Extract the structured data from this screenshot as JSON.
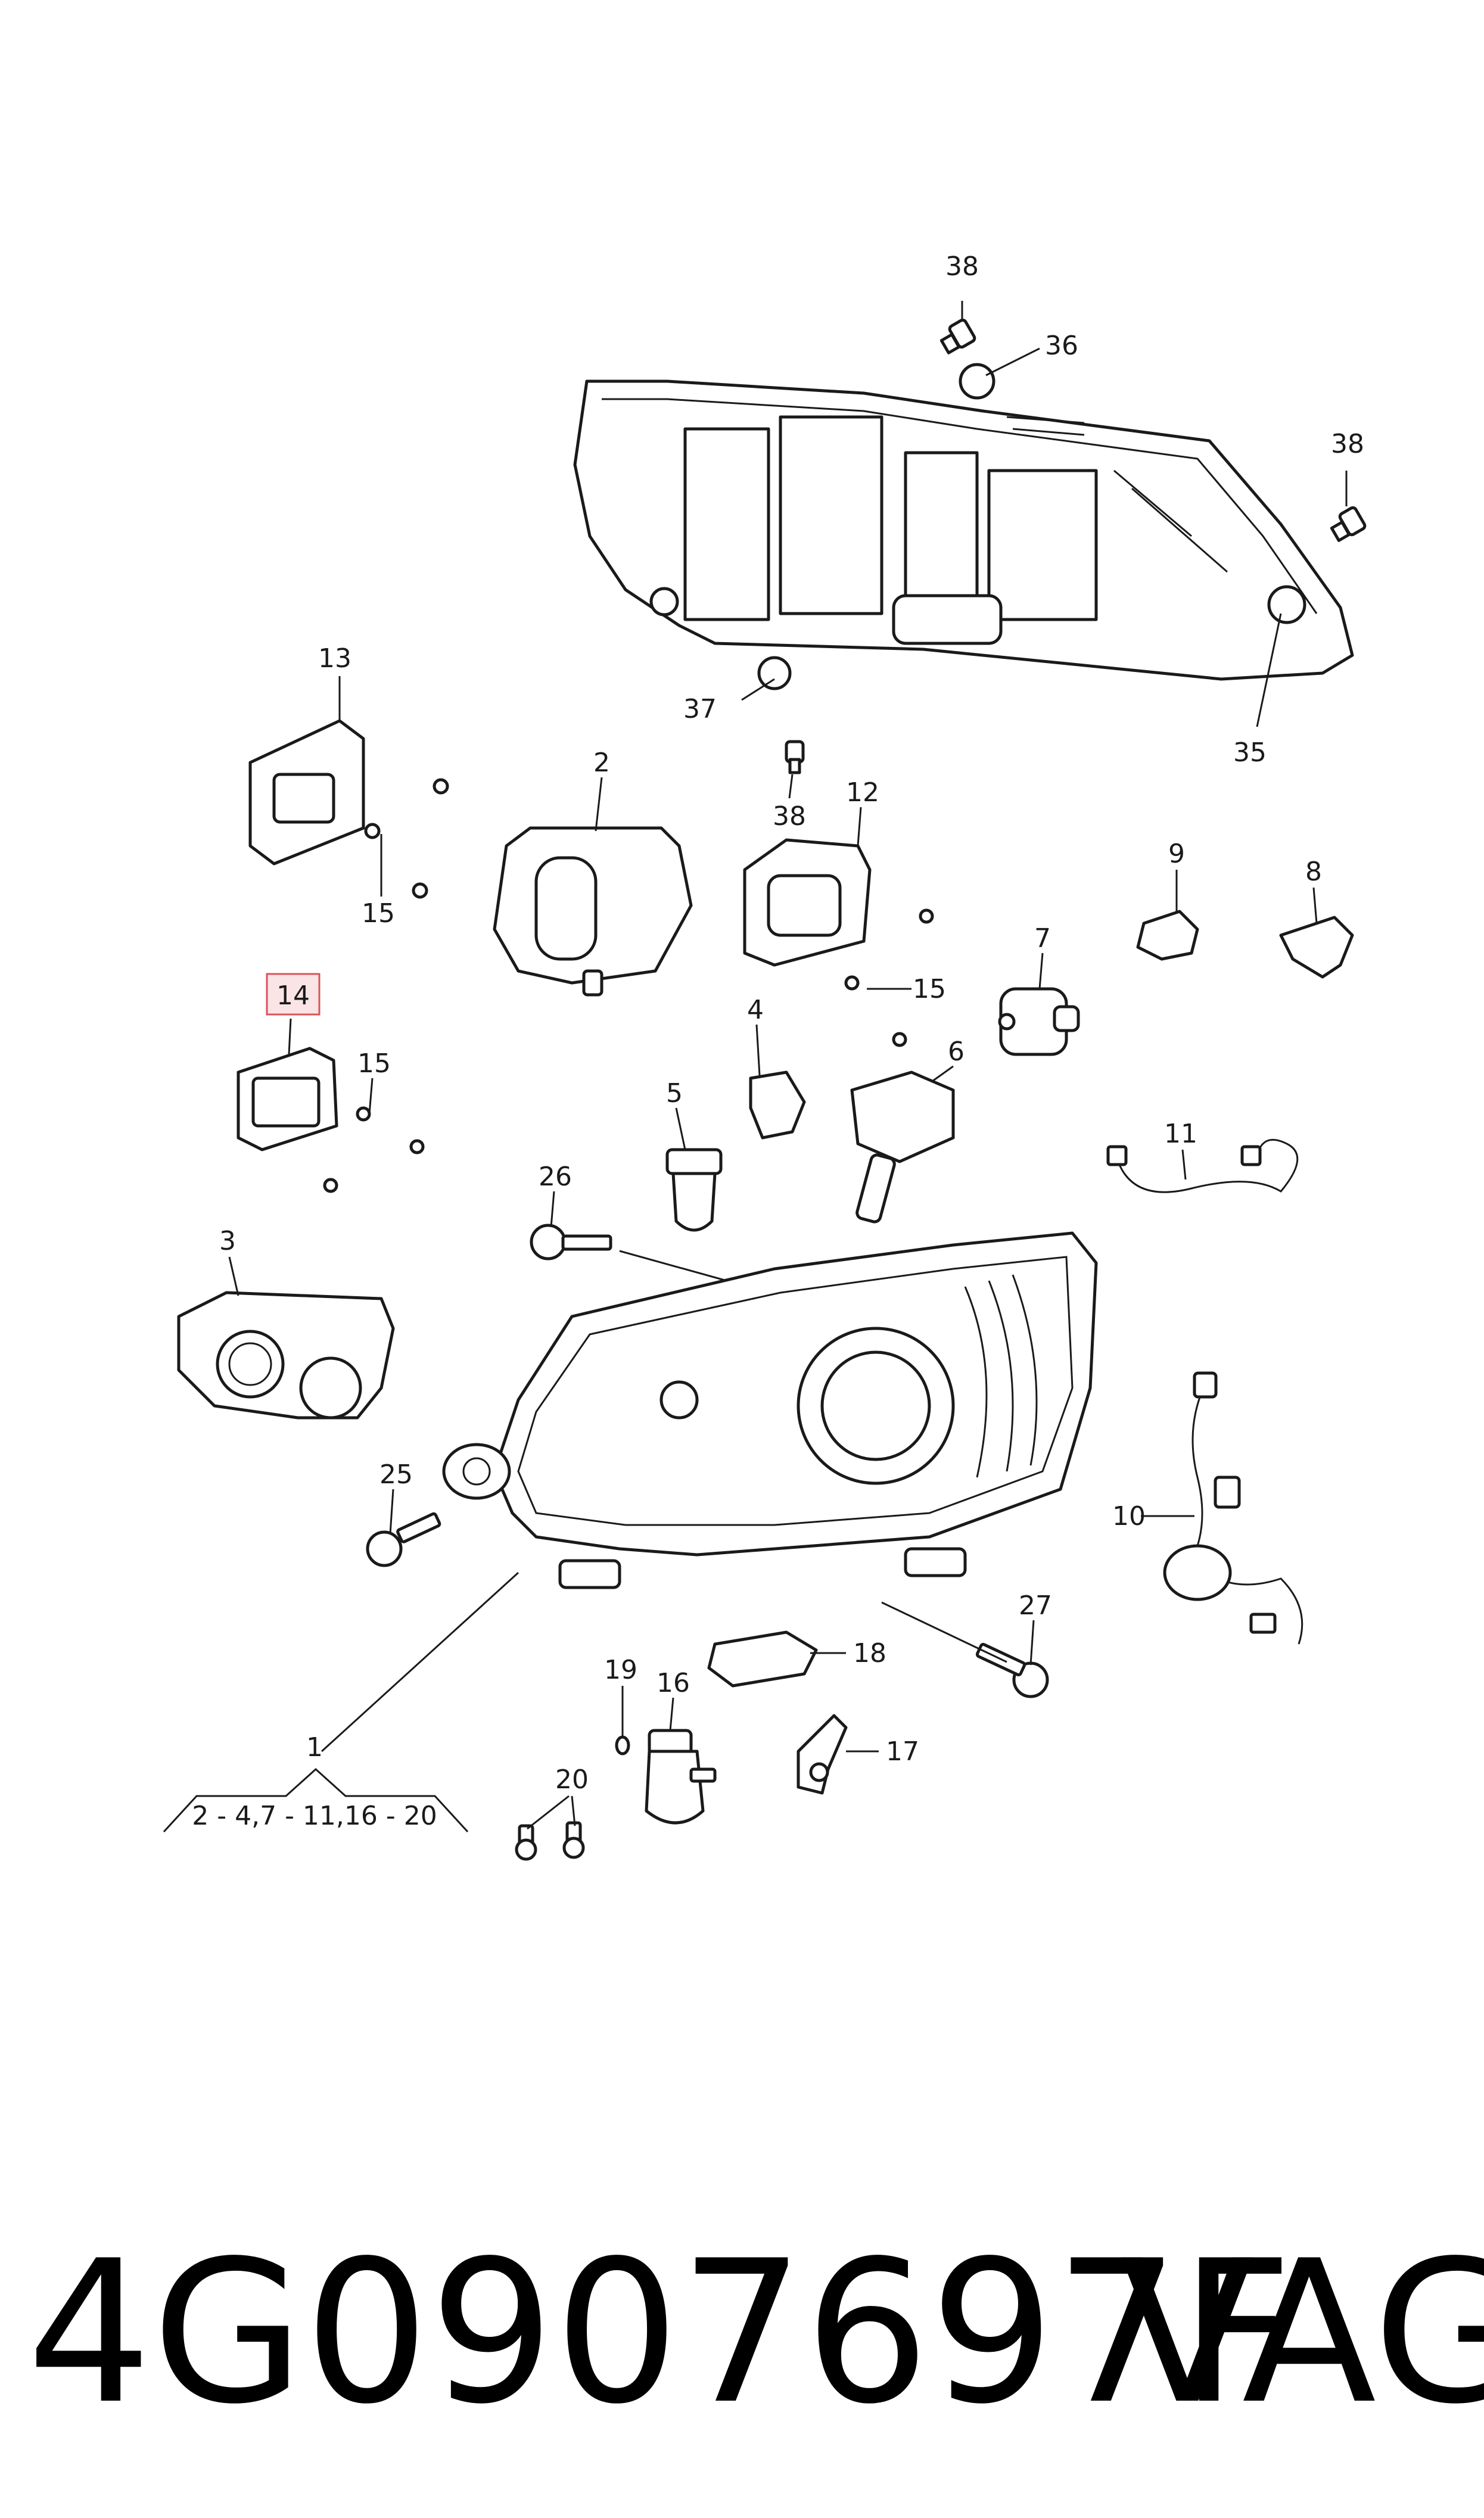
{
  "part_number": "4G0907697F",
  "brand": "VAG",
  "highlight_color": "#d9545c",
  "callouts": {
    "c38a": "38",
    "c36": "36",
    "c38b": "38",
    "c37": "37",
    "c35": "35",
    "c13": "13",
    "c2": "2",
    "c38c": "38",
    "c12": "12",
    "c9": "9",
    "c8": "8",
    "c15a": "15",
    "c7": "7",
    "c15b": "15",
    "c14": "14",
    "c15c": "15",
    "c4": "4",
    "c6": "6",
    "c5": "5",
    "c11": "11",
    "c26": "26",
    "c3": "3",
    "c25": "25",
    "c10": "10",
    "c27": "27",
    "c18": "18",
    "c19": "19",
    "c16": "16",
    "c1": "1",
    "c20": "20",
    "c17": "17"
  },
  "group_range": "2 - 4,7 - 11,16 - 20"
}
